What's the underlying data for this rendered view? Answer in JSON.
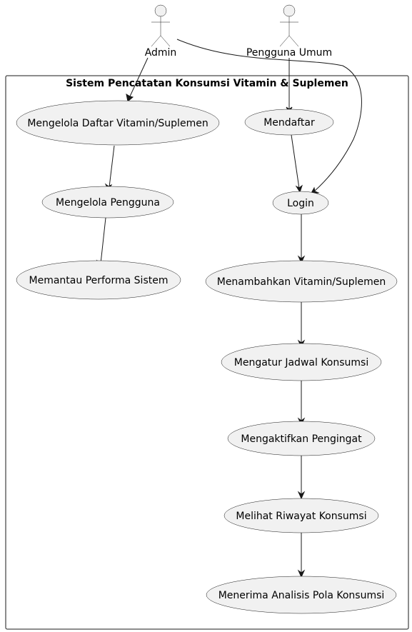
{
  "system": {
    "title": "Sistem Pencatatan Konsumsi Vitamin & Suplemen"
  },
  "actors": {
    "admin": "Admin",
    "pengguna_umum": "Pengguna Umum"
  },
  "use_cases": {
    "mengelola_daftar": "Mengelola Daftar Vitamin/Suplemen",
    "mengelola_pengguna": "Mengelola Pengguna",
    "memantau_performa": "Memantau Performa Sistem",
    "mendaftar": "Mendaftar",
    "login": "Login",
    "menambahkan": "Menambahkan Vitamin/Suplemen",
    "mengatur_jadwal": "Mengatur Jadwal Konsumsi",
    "mengaktifkan_pengingat": "Mengaktifkan Pengingat",
    "melihat_riwayat": "Melihat Riwayat Konsumsi",
    "menerima_analisis": "Menerima Analisis Pola Konsumsi"
  },
  "colors": {
    "use_case_fill": "#F1F1F1",
    "stroke": "#181818",
    "background": "#FFFFFF"
  }
}
